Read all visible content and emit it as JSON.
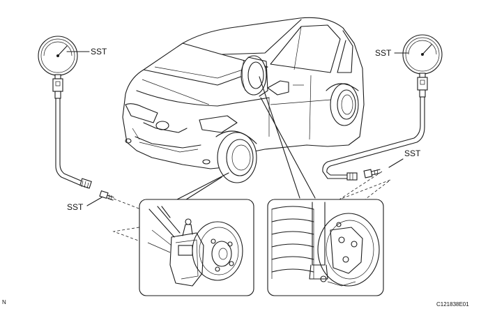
{
  "labels": {
    "sst_left_gauge": "SST",
    "sst_right_gauge": "SST",
    "sst_left_bleeder": "SST",
    "sst_right_bleeder": "SST",
    "orientation": "N",
    "figure_code": "C121838E01"
  },
  "icons": {
    "gauge": "pressure-gauge-icon",
    "car": "hatchback-car-illustration",
    "front_brake": "front-disc-brake-detail",
    "rear_brake": "rear-drum-brake-detail"
  }
}
